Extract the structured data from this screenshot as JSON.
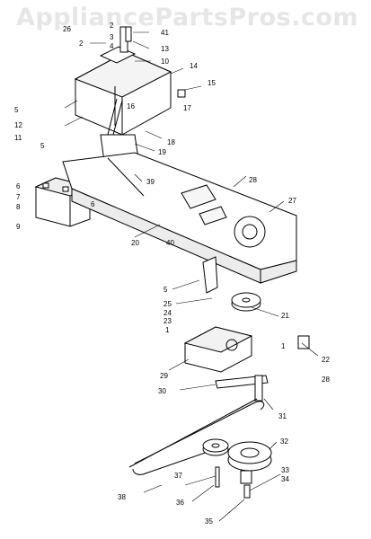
{
  "watermark": "AppliancePartsPros.com",
  "callouts": [
    "1",
    "2",
    "3",
    "4",
    "5",
    "6",
    "7",
    "8",
    "9",
    "10",
    "11",
    "12",
    "13",
    "14",
    "15",
    "16",
    "17",
    "18",
    "19",
    "20",
    "21",
    "22",
    "23",
    "24",
    "25",
    "26",
    "27",
    "28",
    "29",
    "30",
    "31",
    "32",
    "33",
    "34",
    "35",
    "36",
    "37",
    "38",
    "39",
    "40",
    "41"
  ]
}
